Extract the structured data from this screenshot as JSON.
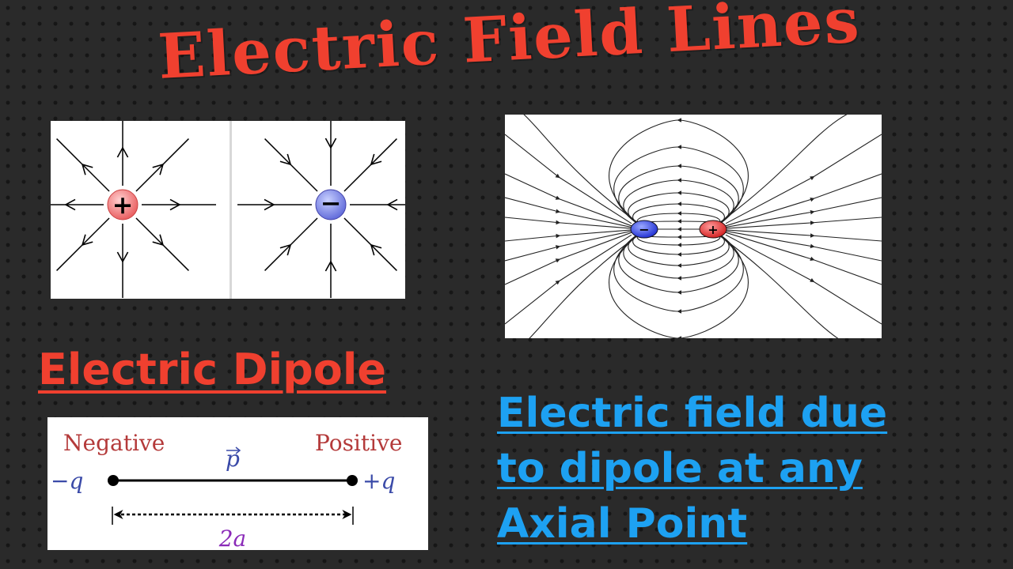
{
  "title": "Electric Field Lines",
  "subtitle": "Electric Dipole",
  "topic_lines": [
    "Electric field  due",
    "to dipole at any",
    "Axial Point"
  ],
  "single_charges": {
    "positive_symbol": "+",
    "negative_symbol": "−"
  },
  "dipole_field": {
    "negative_symbol": "−",
    "positive_symbol": "+"
  },
  "dipole_diagram": {
    "negative_label": "Negative",
    "positive_label": "Positive",
    "negative_charge": "−q",
    "positive_charge": "+q",
    "moment_label": "p",
    "separation_label": "2a"
  },
  "colors": {
    "title": "#f0402f",
    "topic": "#1da1f2",
    "positive_charge": "#e8585a",
    "negative_charge": "#5c66d8"
  }
}
